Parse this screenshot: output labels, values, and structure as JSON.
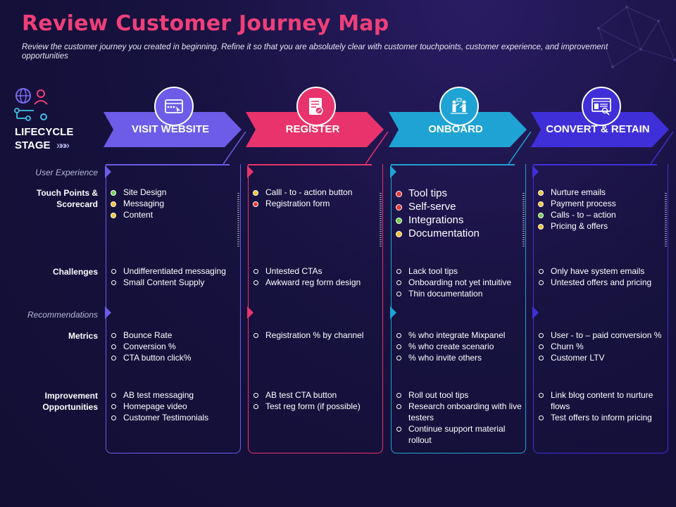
{
  "title": "Review Customer Journey Map",
  "subtitle": "Review the customer journey you created in beginning. Refine it so that you are absolutely clear with customer touchpoints, customer experience, and improvement opportunities",
  "lifecycle_label": "LIFECYCLE STAGE",
  "row_labels": {
    "user_experience": "User Experience",
    "touch_points": "Touch Points & Scorecard",
    "challenges": "Challenges",
    "recommendations": "Recommendations",
    "metrics": "Metrics",
    "improvement": "Improvement Opportunities"
  },
  "stages": [
    {
      "label": "VISIT WEBSITE",
      "color": "#6c5ce7",
      "icon": "browser-window-icon",
      "touch_points": [
        {
          "text": "Site Design",
          "status": "#6fcf4e"
        },
        {
          "text": "Messaging",
          "status": "#f1c232"
        },
        {
          "text": "Content",
          "status": "#f1c232"
        }
      ],
      "challenges": [
        "Undifferentiated messaging",
        "Small Content Supply"
      ],
      "metrics": [
        "Bounce Rate",
        "Conversion  %",
        "CTA button click%"
      ],
      "improvement": [
        "AB test messaging",
        "Homepage video",
        "Customer Testimonials"
      ]
    },
    {
      "label": "REGISTER",
      "color": "#e8336d",
      "icon": "document-form-icon",
      "touch_points": [
        {
          "text": "Calll - to - action button",
          "status": "#f1c232"
        },
        {
          "text": "Registration form",
          "status": "#e53935"
        }
      ],
      "challenges": [
        "Untested CTAs",
        "Awkward reg form design"
      ],
      "metrics": [
        "Registration % by channel"
      ],
      "improvement": [
        "AB test CTA  button",
        "Test reg form  (if possible)"
      ]
    },
    {
      "label": "ONBOARD",
      "color": "#1fa3d4",
      "icon": "onboarding-people-icon",
      "touch_points": [
        {
          "text": "Tool tips",
          "status": "#e53935"
        },
        {
          "text": "Self-serve",
          "status": "#e53935"
        },
        {
          "text": "Integrations",
          "status": "#6fcf4e"
        },
        {
          "text": "Documentation",
          "status": "#f1c232"
        }
      ],
      "challenges": [
        "Lack  tool tips",
        "Onboarding  not yet intuitive",
        "Thin documentation"
      ],
      "metrics": [
        "% who integrate  Mixpanel",
        "% who create scenario",
        "% who invite  others"
      ],
      "improvement": [
        "Roll out tool tips",
        "Research onboarding with live testers",
        "Continue support material rollout"
      ]
    },
    {
      "label": "CONVERT & RETAIN",
      "color": "#3f2fd9",
      "icon": "dashboard-report-icon",
      "touch_points": [
        {
          "text": "Nurture emails",
          "status": "#f1c232"
        },
        {
          "text": "Payment process",
          "status": "#f1c232"
        },
        {
          "text": "Calls - to – action",
          "status": "#6fcf4e"
        },
        {
          "text": "Pricing & offers",
          "status": "#f1c232"
        }
      ],
      "challenges": [
        "Only have system emails",
        "Untested offers and pricing"
      ],
      "metrics": [
        "User - to – paid conversion %",
        "Churn  %",
        "Customer LTV"
      ],
      "improvement": [
        "Link blog content to nurture flows",
        "Test offers to inform pricing"
      ]
    }
  ]
}
